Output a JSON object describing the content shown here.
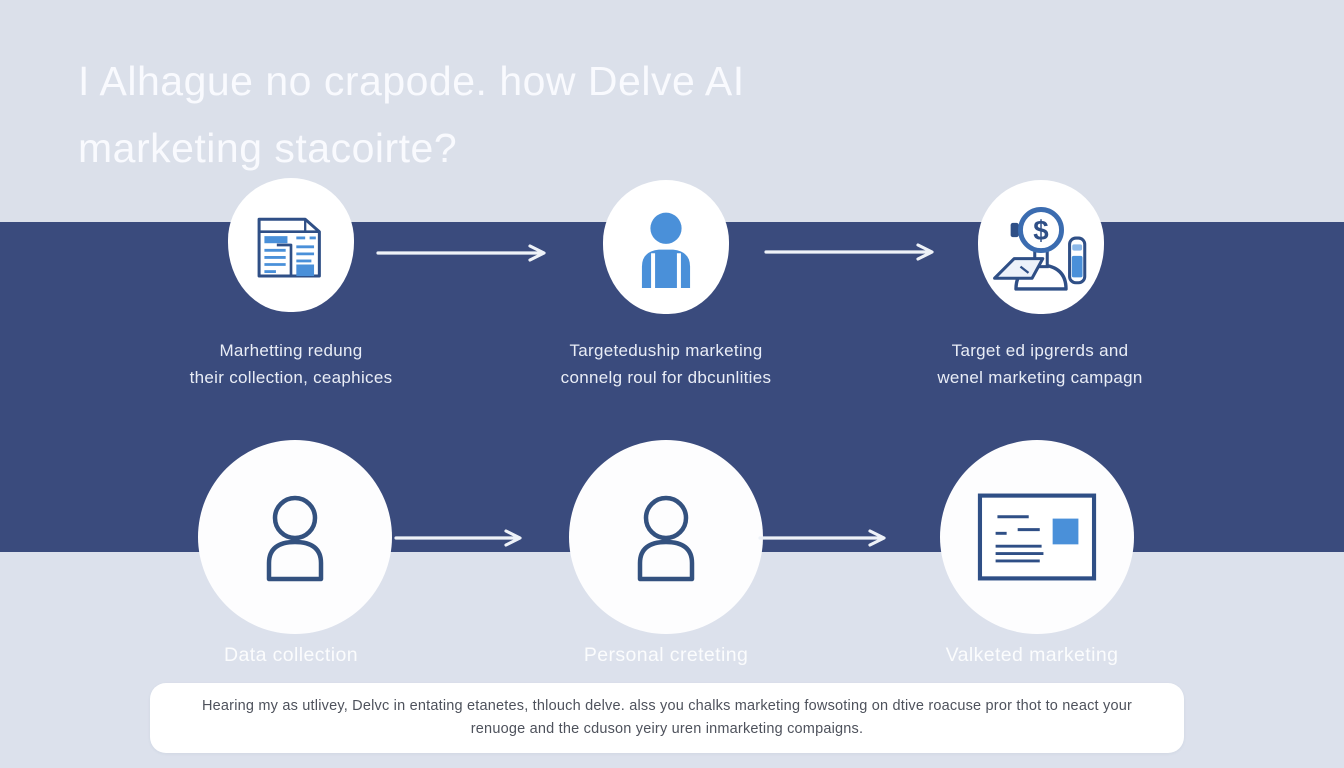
{
  "title": {
    "line1": "I Alhague no crapode. how Delve AI",
    "line2": "marketing stacoirte?"
  },
  "colors": {
    "bg_top": "#dbe0ea",
    "bg_bottom": "#dce1ec",
    "band_navy": "#3a4b7d",
    "accent_blue": "#4a90d9",
    "icon_stroke_navy": "#2f4f86",
    "card_white": "#ffffff",
    "footer_text": "#4e525c"
  },
  "top_row": {
    "steps": [
      {
        "icon": "newspaper-icon",
        "label_line1": "Marhetting redung",
        "label_line2": "their collection, ceaphices"
      },
      {
        "icon": "person-filled-icon",
        "label_line1": "Targeteduship marketing",
        "label_line2": "connelg roul for dbcunlities"
      },
      {
        "icon": "money-search-analyst-icon",
        "label_line1": "Target ed ipgrerds and",
        "label_line2": "wenel marketing campagn"
      }
    ]
  },
  "bottom_row": {
    "steps": [
      {
        "icon": "person-outline-icon",
        "label": "Data collection"
      },
      {
        "icon": "person-outline-icon",
        "label": "Personal creteting"
      },
      {
        "icon": "postcard-icon",
        "label": "Valketed marketing"
      }
    ]
  },
  "footer": {
    "line1": "Hearing my as utlivey, Delvc in entating etanetes, thlouch delve. alss you chalks marketing fowsoting on dtive roacuse pror thot to neact your",
    "line2": "renuoge and the cduson yeiry uren inmarketing compaigns."
  }
}
